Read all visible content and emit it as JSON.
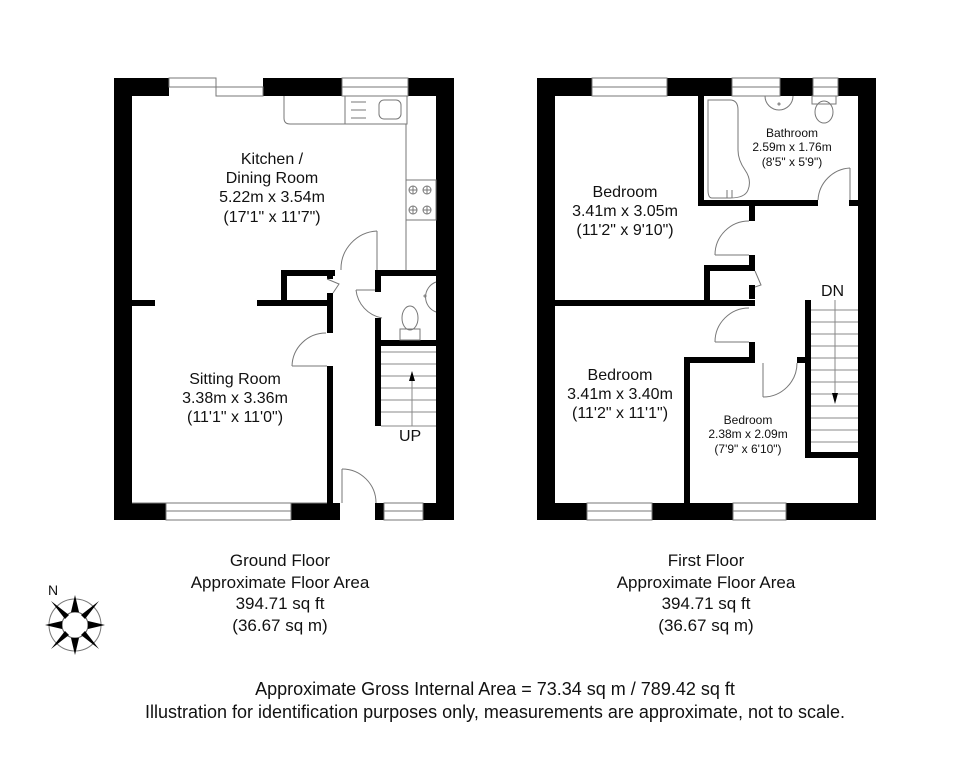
{
  "ground_floor": {
    "rooms": [
      {
        "name": "Kitchen /",
        "name2": "Dining Room",
        "metric": "5.22m x 3.54m",
        "imperial": "(17'1\" x 11'7\")"
      },
      {
        "name": "Sitting Room",
        "metric": "3.38m x 3.36m",
        "imperial": "(11'1\" x 11'0\")"
      }
    ],
    "stairs_label": "UP",
    "caption": {
      "title": "Ground Floor",
      "subtitle": "Approximate Floor Area",
      "area_ft": "394.71 sq ft",
      "area_m": "(36.67 sq m)"
    }
  },
  "first_floor": {
    "rooms": [
      {
        "name": "Bedroom",
        "metric": "3.41m x 3.05m",
        "imperial": "(11'2\" x 9'10\")"
      },
      {
        "name": "Bathroom",
        "metric": "2.59m x 1.76m",
        "imperial": "(8'5\" x 5'9\")"
      },
      {
        "name": "Bedroom",
        "metric": "3.41m x 3.40m",
        "imperial": "(11'2\" x 11'1\")"
      },
      {
        "name": "Bedroom",
        "metric": "2.38m x 2.09m",
        "imperial": "(7'9\" x 6'10\")"
      }
    ],
    "stairs_label": "DN",
    "caption": {
      "title": "First Floor",
      "subtitle": "Approximate Floor Area",
      "area_ft": "394.71 sq ft",
      "area_m": "(36.67 sq m)"
    }
  },
  "compass": {
    "label": "N",
    "icon": "compass-rose-icon"
  },
  "footer": {
    "gross_area": "Approximate Gross Internal Area = 73.34 sq m / 789.42 sq ft",
    "disclaimer": "Illustration for identification purposes only, measurements are approximate, not to scale."
  },
  "colors": {
    "wall": "#000000",
    "line": "#555555",
    "background": "#ffffff"
  }
}
